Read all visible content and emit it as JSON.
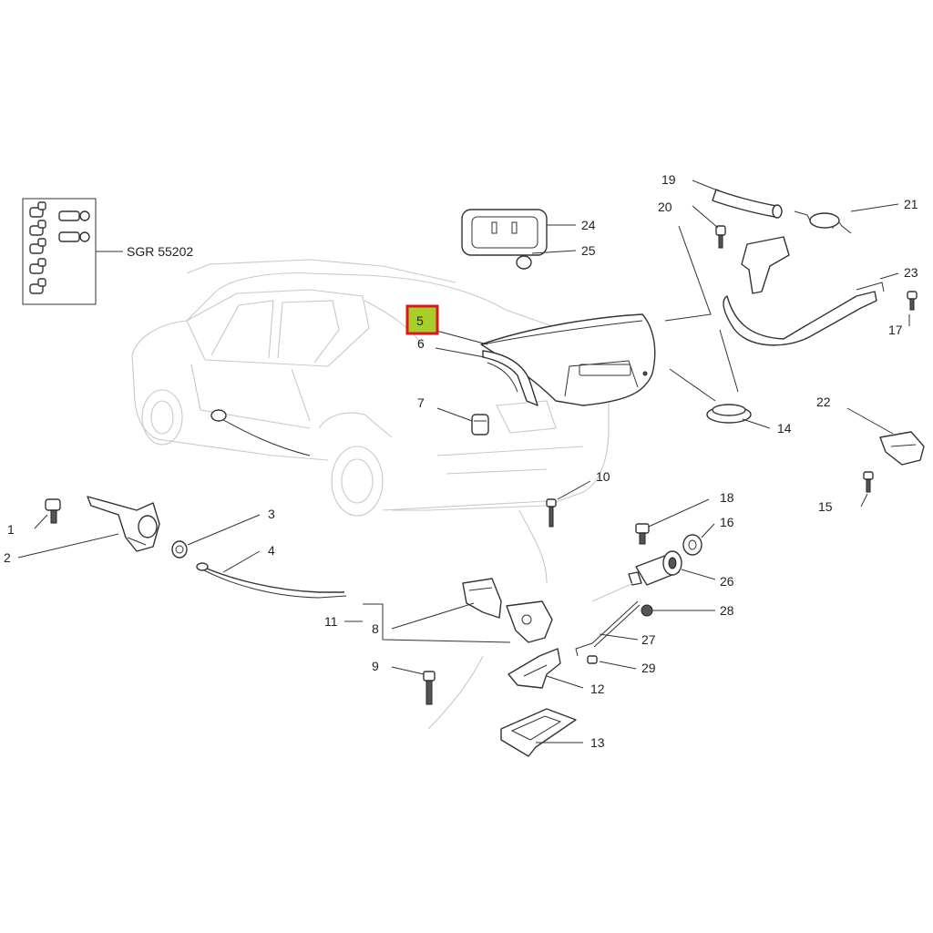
{
  "diagram": {
    "kit_code": "SGR 55202",
    "highlight_color": "#a6cf2a",
    "highlight_border_color": "#e0141e",
    "highlighted_part": "5",
    "parts": [
      "1",
      "2",
      "3",
      "4",
      "5",
      "6",
      "7",
      "8",
      "9",
      "10",
      "11",
      "12",
      "13",
      "14",
      "15",
      "16",
      "17",
      "18",
      "19",
      "20",
      "21",
      "22",
      "23",
      "24",
      "25",
      "26",
      "27",
      "28",
      "29"
    ]
  }
}
